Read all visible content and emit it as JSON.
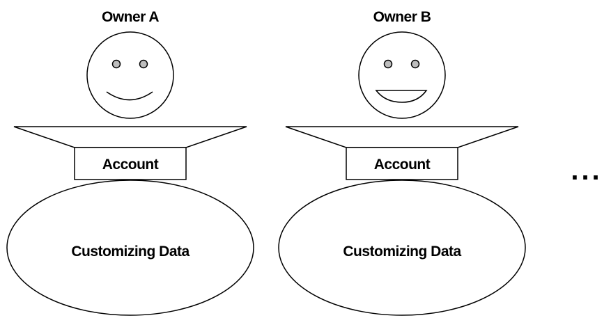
{
  "owners": [
    {
      "name": "Owner A",
      "account_label": "Account",
      "data_label": "Customizing Data",
      "mouth": "smile-curve-icon"
    },
    {
      "name": "Owner B",
      "account_label": "Account",
      "data_label": "Customizing Data",
      "mouth": "open-smile-icon"
    }
  ],
  "continuation": "...",
  "colors": {
    "stroke": "#000000",
    "eye_fill": "#bdbdbd",
    "background": "#ffffff"
  }
}
